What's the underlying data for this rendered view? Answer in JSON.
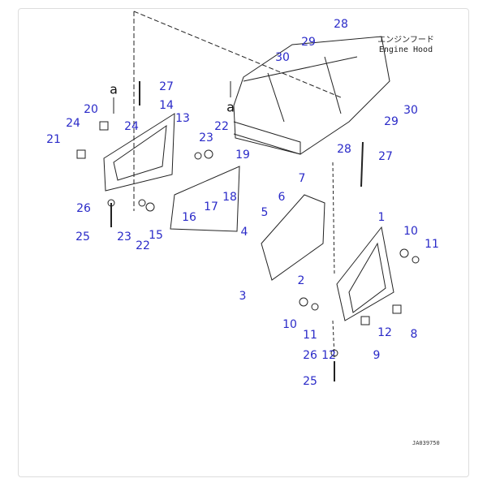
{
  "title_jp": "エンジンフード",
  "title_en": "Engine Hood",
  "drawing_code": "JA039750",
  "ref_marks": [
    "a",
    "a"
  ],
  "callouts": [
    "27",
    "14",
    "13",
    "20",
    "24",
    "24",
    "21",
    "23",
    "22",
    "19",
    "17",
    "18",
    "16",
    "15",
    "26",
    "25",
    "23",
    "22",
    "29",
    "28",
    "30",
    "30",
    "29",
    "28",
    "27",
    "7",
    "6",
    "5",
    "4",
    "3",
    "1",
    "10",
    "11",
    "2",
    "10",
    "11",
    "12",
    "8",
    "12",
    "9",
    "26",
    "25"
  ]
}
